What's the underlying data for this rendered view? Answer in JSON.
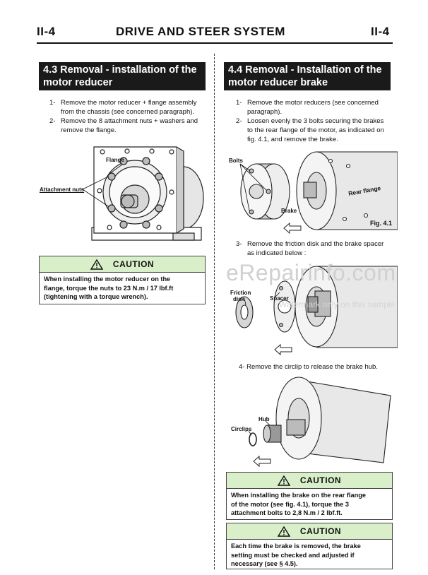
{
  "header": {
    "page_left": "II-4",
    "title": "DRIVE AND STEER SYSTEM",
    "page_right": "II-4"
  },
  "section_43": {
    "title_line1": "4.3 Removal - installation of the",
    "title_line2": "motor reducer",
    "steps": [
      {
        "num": "1-",
        "text_line1": "Remove the motor reducer + flange assembly",
        "text_line2": "from the chassis (see concerned paragraph)."
      },
      {
        "num": "2-",
        "text_line1": "Remove the 8 attachment nuts + washers and",
        "text_line2": "remove the flange."
      }
    ],
    "labels": {
      "flange": "Flange",
      "attachment_nuts": "Attachment nuts"
    },
    "caution": {
      "heading": "CAUTION",
      "line1": "When installing the motor reducer on the",
      "line2": "flange, torque the nuts to 23 N.m / 17 lbf.ft",
      "line3": "(tightening with a torque wrench)."
    }
  },
  "section_44": {
    "title_line1": "4.4 Removal - Installation of the",
    "title_line2": "motor reducer brake",
    "steps_a": [
      {
        "num": "1-",
        "text_line1": "Remove the motor reducers (see concerned",
        "text_line2": "paragraph)."
      },
      {
        "num": "2-",
        "text_line1": "Loosen evenly the 3 bolts securing the brakes",
        "text_line2": "to the rear flange of the motor, as indicated on",
        "text_line3": "fig. 4.1, and remove the brake."
      }
    ],
    "fig1_labels": {
      "bolts": "Bolts",
      "rear_flange": "Rear flange",
      "brake": "Brake",
      "fig": "Fig. 4.1"
    },
    "step_3": {
      "num": "3-",
      "text_line1": "Remove the friction disk and the brake spacer",
      "text_line2": "as indicated below :"
    },
    "fig2_labels": {
      "friction_line1": "Friction",
      "friction_line2": "disk",
      "spacer": "Spacer"
    },
    "step_4": {
      "num": "4-",
      "text": "Remove the circlip to release the brake hub."
    },
    "fig3_labels": {
      "hub": "Hub",
      "circlips": "Circlips"
    },
    "caution1": {
      "heading": "CAUTION",
      "line1": "When installing the brake on the rear flange",
      "line2": "of the motor (see fig. 4.1), torque the 3",
      "line3": "attachment bolts to 2,8 N.m / 2 lbf.ft."
    },
    "caution2": {
      "heading": "CAUTION",
      "line1": "Each time the brake is removed, the brake",
      "line2": "setting must be checked and adjusted if",
      "line3": "necessary (see § 4.5)."
    }
  },
  "watermark": {
    "text": "eRepairinfo.com",
    "subtext": "Watermark only on this sample"
  }
}
